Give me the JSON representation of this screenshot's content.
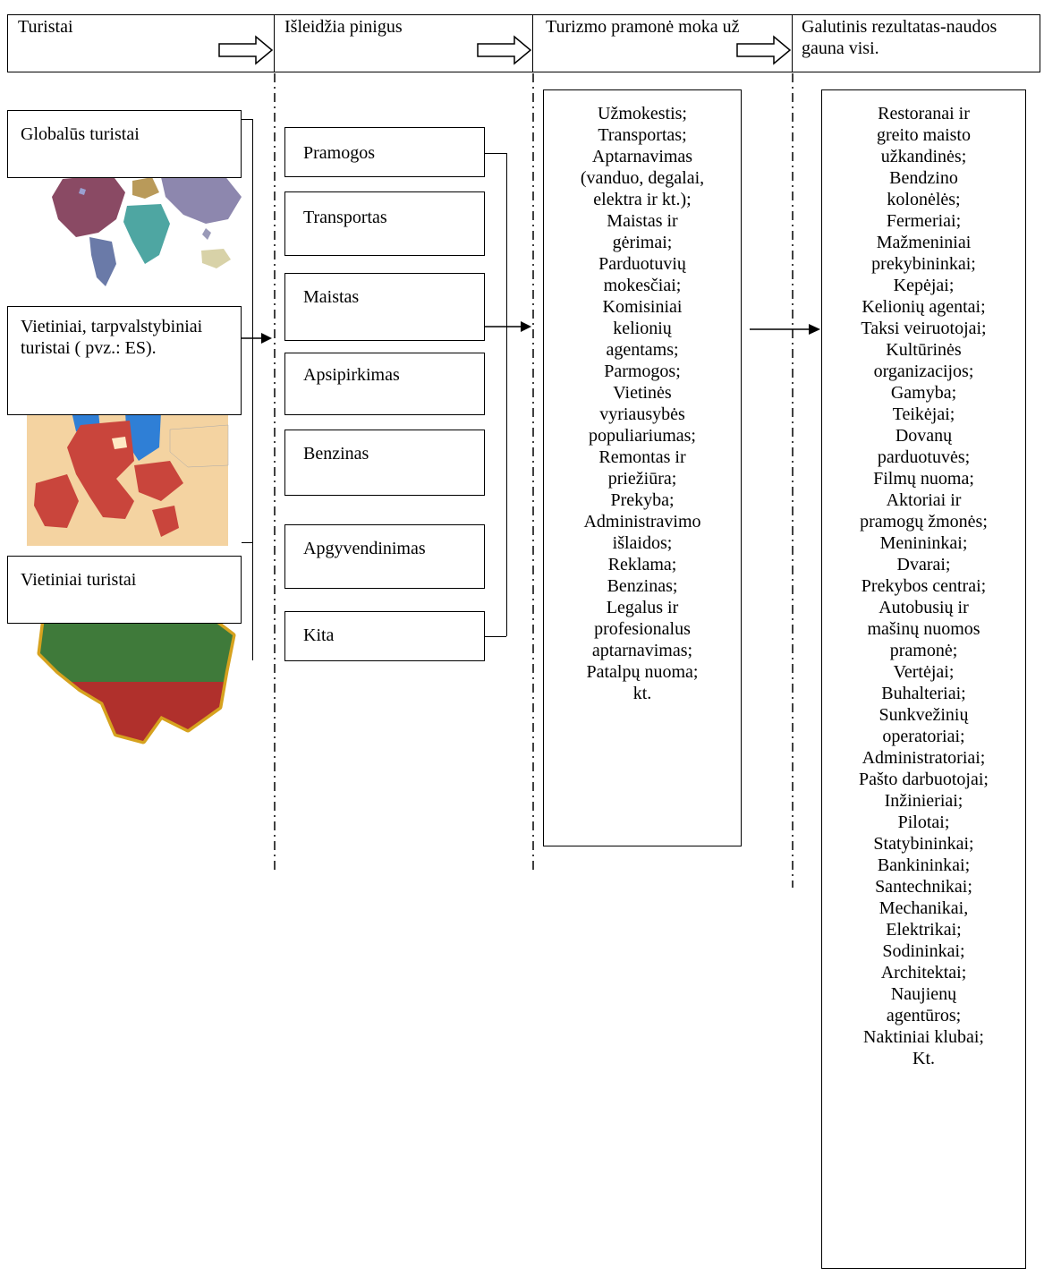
{
  "header": {
    "col1": "Turistai",
    "col2": "Išleidžia pinigus",
    "col3": "Turizmo pramonė moka už",
    "col4": "Galutinis rezultatas-naudos gauna visi."
  },
  "tourists": [
    "Globalūs turistai",
    "Vietiniai, tarpvalstybiniai turistai ( pvz.: ES).",
    "Vietiniai turistai"
  ],
  "spending": [
    "Pramogos",
    "Transportas",
    "Maistas",
    "Apsipirkimas",
    "Benzinas",
    "Apgyvendinimas",
    "Kita"
  ],
  "industry_pays": [
    "Užmokestis;",
    "Transportas;",
    "Aptarnavimas",
    "(vanduo, degalai,",
    "elektra ir kt.);",
    "Maistas ir",
    "gėrimai;",
    "Parduotuvių",
    "mokesčiai;",
    "Komisiniai",
    "kelionių",
    "agentams;",
    "Parmogos;",
    "Vietinės",
    "vyriausybės",
    "populiariumas;",
    "Remontas ir",
    "priežiūra;",
    "Prekyba;",
    "Administravimo",
    "išlaidos;",
    "Reklama;",
    "Benzinas;",
    "Legalus ir",
    "profesionalus",
    "aptarnavimas;",
    "Patalpų nuoma;",
    "kt."
  ],
  "beneficiaries": [
    "Restoranai ir",
    "greito maisto",
    "užkandinės;",
    "Bendzino",
    "kolonėlės;",
    "Fermeriai;",
    "Mažmeniniai",
    "prekybininkai;",
    "Kepėjai;",
    "Kelionių agentai;",
    "Taksi veiruotojai;",
    "Kultūrinės",
    "organizacijos;",
    "Gamyba;",
    "Teikėjai;",
    "Dovanų",
    "parduotuvės;",
    "Filmų nuoma;",
    "Aktoriai ir",
    "pramogų žmonės;",
    "Menininkai;",
    "Dvarai;",
    "Prekybos centrai;",
    "Autobusių ir",
    "mašinų nuomos",
    "pramonė;",
    "Vertėjai;",
    "Buhalteriai;",
    "Sunkvežinių",
    "operatoriai;",
    "Administratoriai;",
    "Pašto darbuotojai;",
    "Inžinieriai;",
    "Pilotai;",
    "Statybininkai;",
    "Bankininkai;",
    "Santechnikai;",
    "Mechanikai,",
    "Elektrikai;",
    "Sodininkai;",
    "Architektai;",
    "Naujienų",
    "agentūros;",
    "Naktiniai klubai;",
    "Kt."
  ],
  "colors": {
    "flag_green": "#3f7a3a",
    "flag_red": "#b0302c",
    "flag_gold": "#d6a21e",
    "eu_red": "#c9453c",
    "eu_blue": "#2f7fd6",
    "eu_beige": "#f4d3a1"
  },
  "images": {
    "world_map": "world-map-image",
    "europe_map": "europe-map-image",
    "lithuania_map": "lithuania-flag-map-image"
  }
}
